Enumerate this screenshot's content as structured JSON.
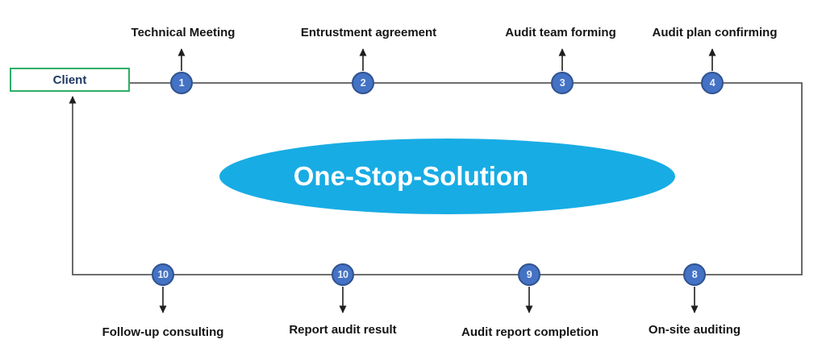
{
  "diagram": {
    "client": {
      "label": "Client"
    },
    "center_ellipse": {
      "label": "One-Stop-Solution"
    },
    "top_steps": [
      {
        "num": "1",
        "label": "Technical Meeting"
      },
      {
        "num": "2",
        "label": "Entrustment agreement"
      },
      {
        "num": "3",
        "label": "Audit team forming"
      },
      {
        "num": "4",
        "label": "Audit plan confirming"
      }
    ],
    "bottom_steps": [
      {
        "num": "10",
        "label": "Follow-up consulting"
      },
      {
        "num": "10",
        "label": "Report audit result"
      },
      {
        "num": "9",
        "label": "Audit report completion"
      },
      {
        "num": "8",
        "label": "On-site auditing"
      }
    ],
    "colors": {
      "circle_fill": "#4472C4",
      "circle_border": "#2F528F",
      "circle_text": "#EAF0FB",
      "ellipse_fill": "#18ACE4",
      "ellipse_text": "#FFFFFF",
      "client_border": "#2FAD66",
      "client_text": "#1F3864",
      "connector": "#595959",
      "arrow": "#1F1F1F",
      "label_text": "#151515"
    }
  }
}
